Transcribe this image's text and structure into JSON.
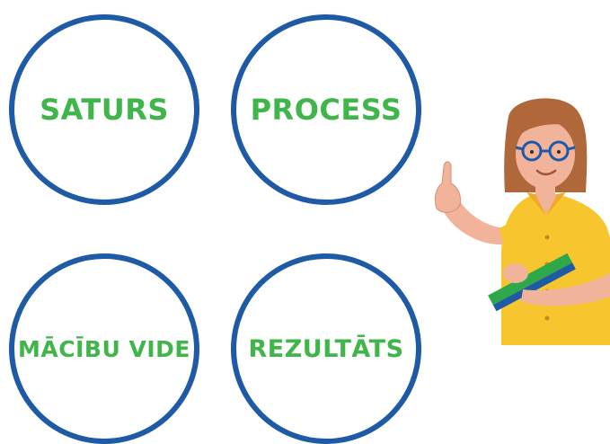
{
  "concepts": [
    {
      "label": "SATURS"
    },
    {
      "label": "PROCESS"
    },
    {
      "label": "MĀCĪBU VIDE"
    },
    {
      "label": "REZULTĀTS"
    }
  ],
  "colors": {
    "circle_border": "#1f5aa6",
    "label_text": "#3fb54a",
    "shirt": "#f7c62f",
    "hair": "#b0673a",
    "book_green": "#2fa84a",
    "book_blue": "#1f5aa6"
  },
  "illustration": {
    "subject": "teacher-pointing-up-holding-book"
  }
}
